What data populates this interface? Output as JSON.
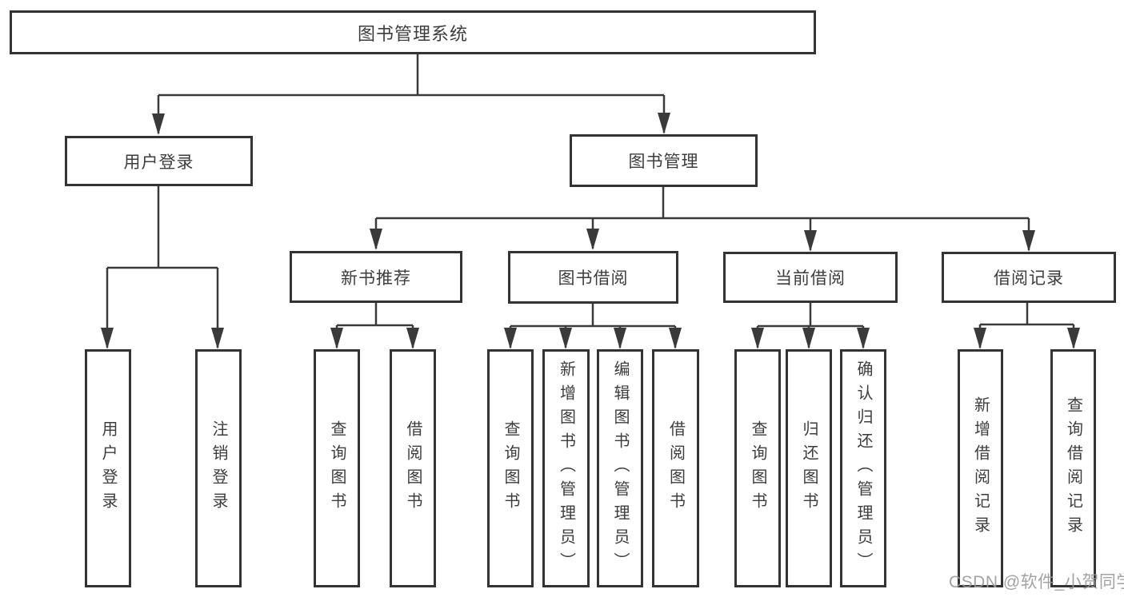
{
  "diagram": {
    "root": {
      "label": "图书管理系统"
    },
    "level2": [
      {
        "label": "用户登录"
      },
      {
        "label": "图书管理"
      }
    ],
    "level3": [
      {
        "label": "新书推荐"
      },
      {
        "label": "图书借阅"
      },
      {
        "label": "当前借阅"
      },
      {
        "label": "借阅记录"
      }
    ],
    "leaves": {
      "user_login": [
        "用户登录",
        "注销登录"
      ],
      "new_book_recommend": [
        "查询图书",
        "借阅图书"
      ],
      "book_borrow": [
        "查询图书",
        "新增图书（管理员）",
        "编辑图书（管理员）",
        "借阅图书"
      ],
      "current_borrow": [
        "查询图书",
        "归还图书",
        "确认归还（管理员）"
      ],
      "borrow_records": [
        "新增借阅记录",
        "查询借阅记录"
      ]
    },
    "colors": {
      "line": "#3a3a3a",
      "box_border": "#333333",
      "box_fill": "#ffffff",
      "text": "#3d3d3d",
      "watermark": "#9a9a9a",
      "background": "#ffffff"
    }
  },
  "watermark": {
    "text": "CSDN @软件_小贺同学"
  }
}
